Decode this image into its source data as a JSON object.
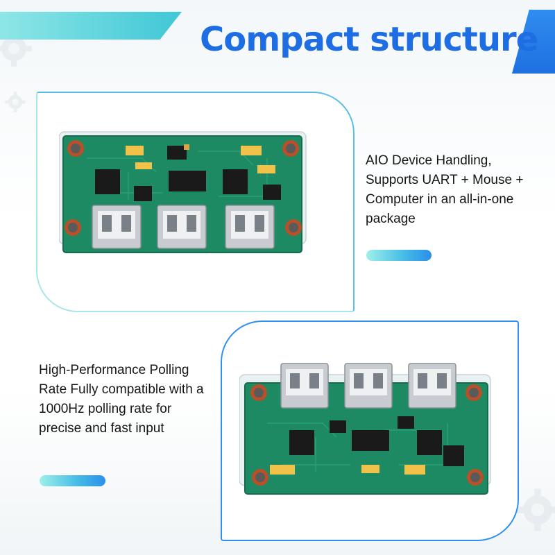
{
  "title": "Compact structure",
  "captions": {
    "top": "AIO Device Handling, Supports UART + Mouse + Computer in an all-in-one package",
    "bottom": "High-Performance Polling Rate Fully compatible with a 1000Hz polling rate for precise and fast input"
  },
  "colors": {
    "title": "#1e6de3",
    "pcb": "#1d8a63",
    "accent_cyan": "#3fc7d6",
    "accent_blue": "#2f8ff0"
  },
  "images": {
    "top_board": "pcb-board-usb-ports-down",
    "bottom_board": "pcb-board-usb-ports-up"
  }
}
